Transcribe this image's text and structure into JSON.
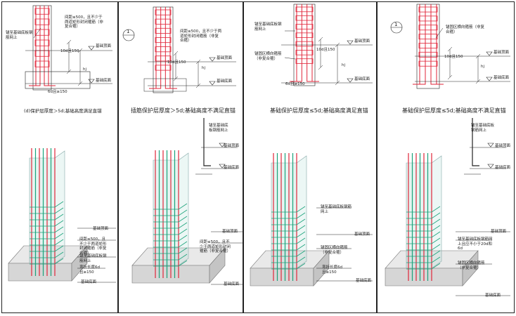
{
  "panels": [
    {
      "title": "(d)保护层厚度＞5d;基础高度满足直锚",
      "label_2d_a": "间距≤500，且不少于两道矩形封闭箍筋（非复合箍）",
      "label_2d_b": "锚至基础底板钢筋网上",
      "label_3d_a": "间距≤500，且不少于两道矩形封闭箍筋（非复合箍）",
      "label_3d_b": "锚至基础底板钢筋网上",
      "label_3d_c": "弯折长度6d且≥150"
    },
    {
      "title": "插筋保护层厚度＞5d;基础高度不满足直锚",
      "label_2d_a": "间距≤500，且不少于两道矩形封闭箍筋（非复合箍）",
      "label_detail": "锚至基础底板钢筋网上",
      "label_3d_a": "间距≤500，且不少于两道矩形封闭箍筋（非复合箍）"
    },
    {
      "title": "基础保护层厚度≤5d;基础高度满足直锚",
      "label_2d_a": "锚至基础底板钢筋网上",
      "label_2d_b": "锚固区横向箍筋（非复合箍）",
      "label_3d_a": "锚至基础底板钢筋网上",
      "label_3d_b": "锚固区横向箍筋（非复合箍）",
      "label_3d_c": "弯折长度6d且≥150"
    },
    {
      "title": "基础保护层厚度≤5d;基础高度不满足直锚",
      "label_2d_a": "锚固区横向箍筋（非复合箍）",
      "label_detail": "锚至基础底板钢筋网上",
      "label_3d_a": "锚至基础底板钢筋网上且应不小于20d和6d",
      "label_3d_b": "锚固区横向箍筋（非复合箍）"
    }
  ],
  "common": {
    "top_label": "基础顶面",
    "bottom_label": "基础底面",
    "dim_anchor": "10d且150",
    "dim_hj": "hj",
    "dim_bend": "6d且≥150",
    "dim_bend_alt": "6d且≥150",
    "section_mark": "1"
  }
}
